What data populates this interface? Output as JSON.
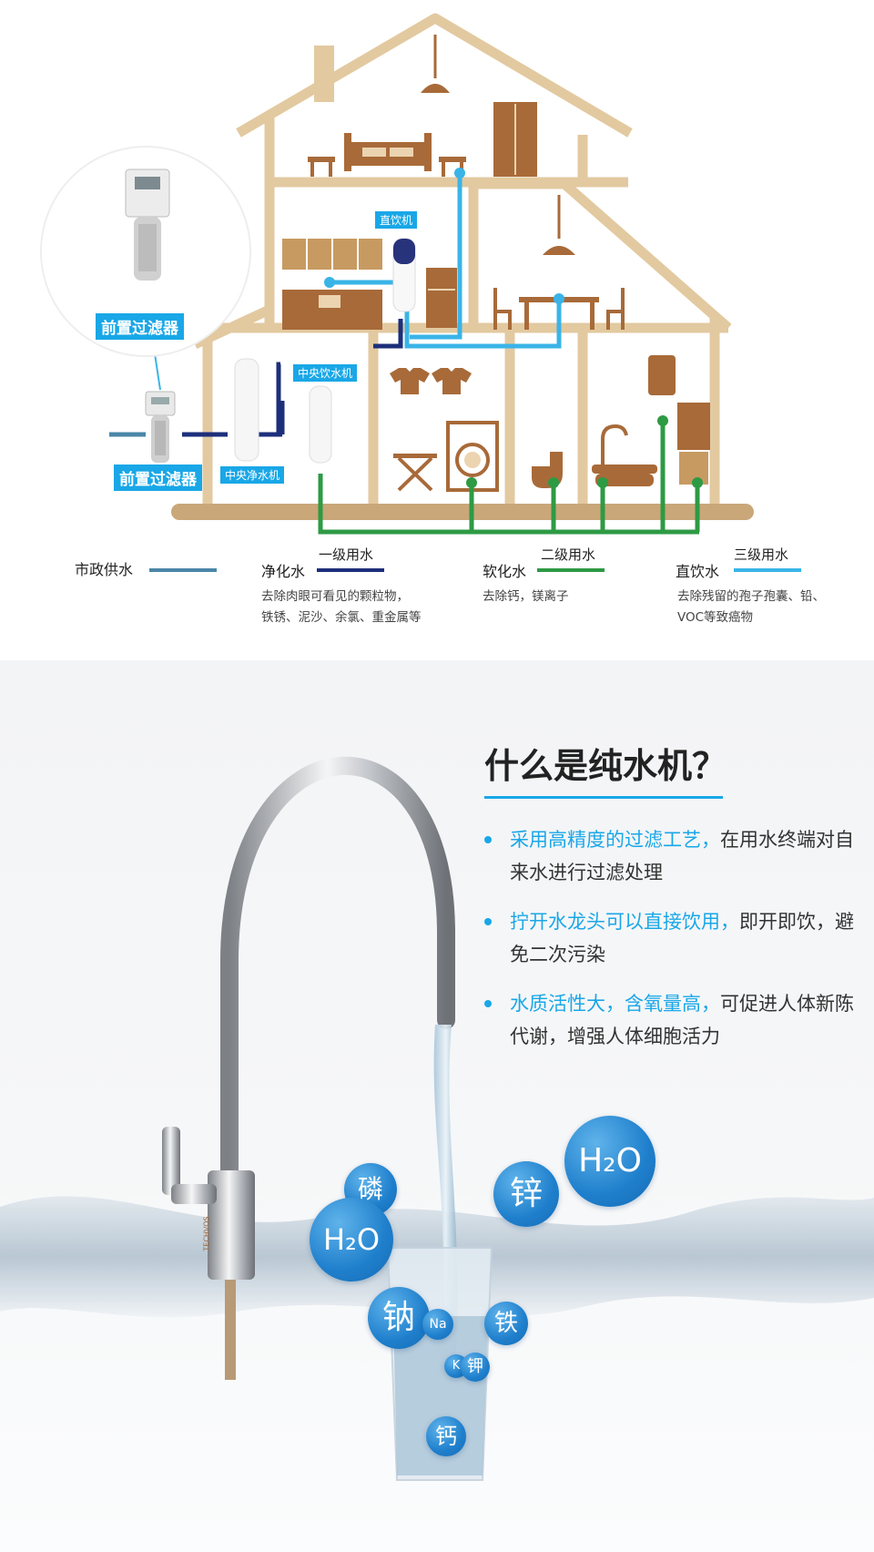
{
  "house": {
    "labels": {
      "direct_drinking_machine": "直饮机",
      "central_drinking_machine": "中央饮水机",
      "central_purifier": "中央净水机",
      "pre_filter_zoom": "前置过滤器",
      "pre_filter": "前置过滤器"
    },
    "colors": {
      "house_tan": "#e3c9a0",
      "wood": "#a86a38",
      "municipal": "#4a86a8",
      "level1": "#1d2f7a",
      "level2": "#2e9a44",
      "level3": "#3ab4e6",
      "tag_blue": "#1aa7e8"
    }
  },
  "legend": [
    {
      "label": "市政供水",
      "level": "",
      "desc_lines": []
    },
    {
      "label": "净化水",
      "level": "一级用水",
      "desc_lines": [
        "去除肉眼可看见的颗粒物，",
        "铁锈、泥沙、余氯、重金属等"
      ]
    },
    {
      "label": "软化水",
      "level": "二级用水",
      "desc_lines": [
        "去除钙，镁离子"
      ]
    },
    {
      "label": "直饮水",
      "level": "三级用水",
      "desc_lines": [
        "去除残留的孢子孢囊、铅、",
        "VOC等致癌物"
      ]
    }
  ],
  "intro": {
    "title": "什么是纯水机？",
    "bullets": [
      {
        "highlight": "采用高精度的过滤工艺，",
        "rest": "在用水终端对自来水进行过滤处理"
      },
      {
        "highlight": "拧开水龙头可以直接饮用，",
        "rest": "即开即饮，避免二次污染"
      },
      {
        "highlight": "水质活性大，含氧量高，",
        "rest": "可促进人体新陈代谢，增强人体细胞活力"
      }
    ]
  },
  "faucet": {
    "brand_mark": "TECHVOS",
    "bubbles": {
      "phosphorus": "磷",
      "h2o_left": "H₂O",
      "zinc": "锌",
      "h2o_right": "H₂O",
      "sodium": "钠",
      "sodium_symbol": "Na",
      "iron": "铁",
      "potassium_symbol": "K",
      "potassium": "钾",
      "calcium": "钙"
    }
  }
}
